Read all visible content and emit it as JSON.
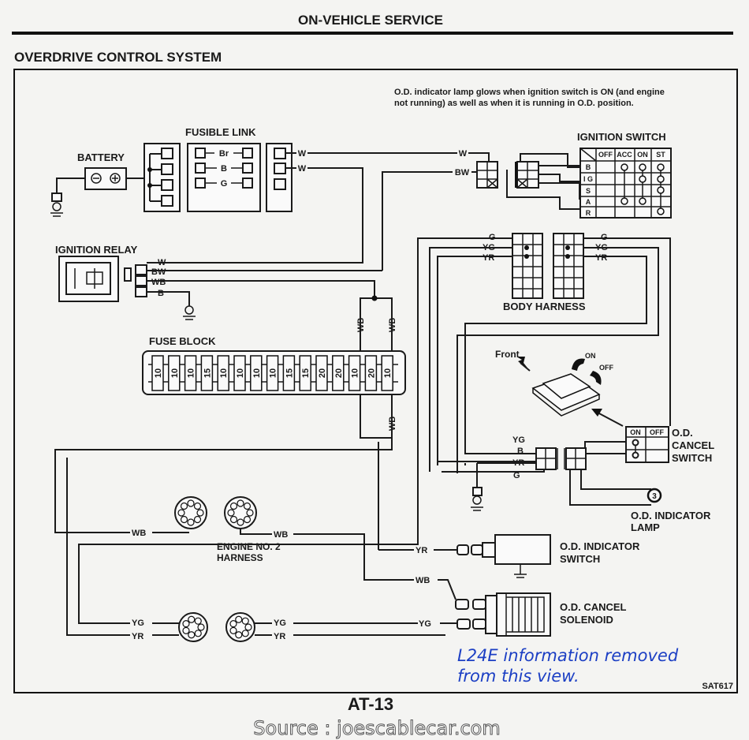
{
  "header": {
    "section": "ON-VEHICLE SERVICE",
    "title": "OVERDRIVE CONTROL SYSTEM"
  },
  "note": {
    "line1": "O.D. indicator lamp glows when ignition switch is ON (and engine",
    "line2": "not running) as well as when it is running in O.D. position."
  },
  "components": {
    "battery": "BATTERY",
    "fusible_link": "FUSIBLE LINK",
    "ignition_switch": "IGNITION SWITCH",
    "ignition_relay": "IGNITION RELAY",
    "fuse_block": "FUSE BLOCK",
    "body_harness": "BODY HARNESS",
    "front": "Front",
    "on": "ON",
    "off": "OFF",
    "cancel_switch": [
      "O.D.",
      "CANCEL",
      "SWITCH"
    ],
    "indicator_lamp": [
      "O.D. INDICATOR",
      "LAMP"
    ],
    "engine_harness": [
      "ENGINE NO. 2",
      "HARNESS"
    ],
    "indicator_switch": [
      "O.D. INDICATOR",
      "SWITCH"
    ],
    "cancel_solenoid": [
      "O.D. CANCEL",
      "SOLENOID"
    ]
  },
  "ignition_switch_table": {
    "columns": [
      "OFF",
      "ACC",
      "ON",
      "ST"
    ],
    "rows": [
      "B",
      "I G",
      "S",
      "A",
      "R"
    ]
  },
  "cancel_switch_table": {
    "columns": [
      "ON",
      "OFF"
    ]
  },
  "fusible_link_wires": [
    "Br",
    "B",
    "G"
  ],
  "fuses": [
    "10",
    "10",
    "10",
    "15",
    "10",
    "10",
    "10",
    "10",
    "15",
    "15",
    "20",
    "20",
    "10",
    "20",
    "10"
  ],
  "wire_labels": {
    "w": "W",
    "bw": "BW",
    "wb": "WB",
    "b": "B",
    "g": "G",
    "yg": "YG",
    "yr": "YR"
  },
  "lamp_number": "3",
  "removed_note": [
    "L24E information removed",
    "from this view."
  ],
  "figure_code": "SAT617",
  "footer": {
    "page": "AT-13",
    "watermark": "Source : joescablecar.com"
  }
}
